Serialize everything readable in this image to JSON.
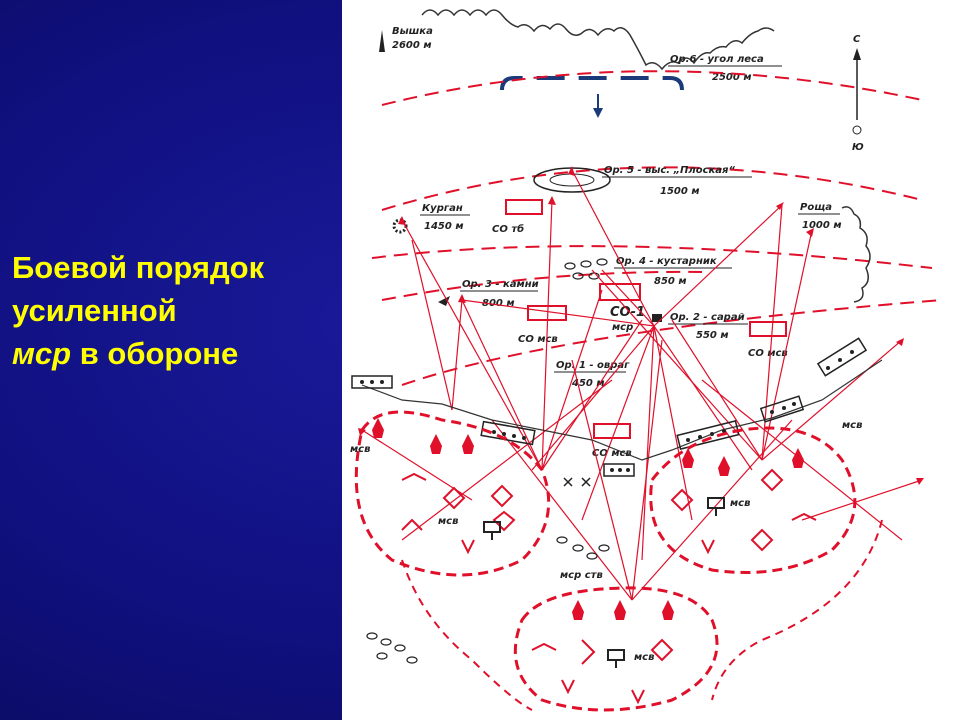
{
  "slide": {
    "title_lines": [
      "Боевой порядок",
      "усиленной"
    ],
    "title_italic": "мср",
    "title_rest": " в обороне"
  },
  "colors": {
    "background": "#101080",
    "title": "#ffff00",
    "map_red": "#e0102a",
    "map_ink": "#222222"
  },
  "map": {
    "labels": {
      "tower_name": "Вышка",
      "tower_range": "2600 м",
      "or6_name": "Ор.6 - угол леса",
      "or6_range": "2500 м",
      "or5_name": "Ор. 5 - выс. „Плоская“",
      "or5_range": "1500 м",
      "kurgan_name": "Курган",
      "kurgan_range": "1450 м",
      "grove_name": "Роща",
      "grove_range": "1000 м",
      "so_tb": "СО тб",
      "or4_name": "Ор. 4 - кустарник",
      "or4_range": "850 м",
      "or3_name": "Ор. 3 - камни",
      "or3_range": "800 м",
      "so1_a": "СО-1",
      "so1_b": "мср",
      "or2_name": "Ор. 2 - сарай",
      "or2_range": "550 м",
      "so_mse_left": "СО мсв",
      "so_mse_right": "СО мсв",
      "or1_name": "Ор. 1 - овраг",
      "or1_range": "450 м",
      "so_mse_center": "СО мсв",
      "mse_left_1": "мсв",
      "mse_left_2": "мсв",
      "mse_right_1": "мсв",
      "mse_right_2": "мсв",
      "msr_st": "мср ств",
      "mse_bottom": "мсв",
      "compass_n": "С",
      "compass_s": "Ю"
    }
  }
}
